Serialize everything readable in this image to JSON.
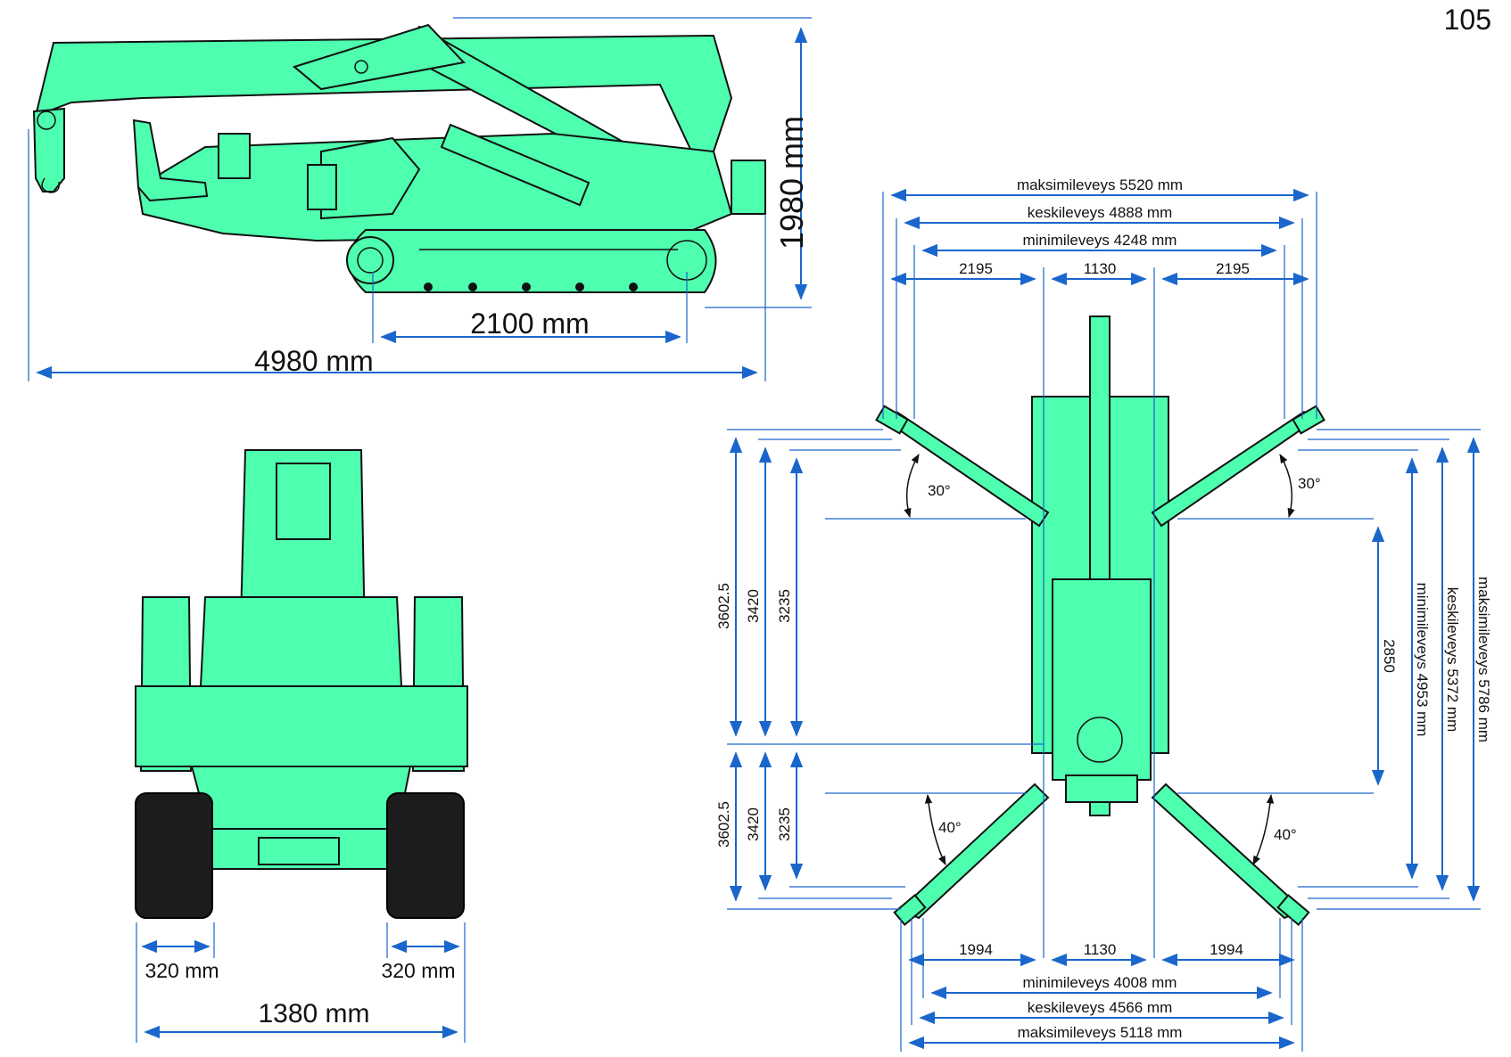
{
  "page_number": "105",
  "side_view": {
    "height_label": "1980 mm",
    "length_label": "4980 mm",
    "wheelbase_label": "2100 mm"
  },
  "front_view": {
    "track_width_left": "320 mm",
    "track_width_right": "320 mm",
    "overall_width": "1380 mm"
  },
  "top_view": {
    "front": {
      "max_width": "maksimileveys 5520 mm",
      "mid_width": "keskileveys 4888 mm",
      "min_width": "minimileveys 4248 mm",
      "seg_left": "2195",
      "seg_center": "1130",
      "seg_right": "2195",
      "angle_left": "30°",
      "angle_right": "30°"
    },
    "rear": {
      "seg_left": "1994",
      "seg_center": "1130",
      "seg_right": "1994",
      "min_width": "minimileveys 4008 mm",
      "mid_width": "keskileveys 4566 mm",
      "max_width": "maksimileveys 5118 mm",
      "angle_left": "40°",
      "angle_right": "40°"
    },
    "left_heights_upper": [
      "3602.5",
      "3420",
      "3235"
    ],
    "left_heights_lower": [
      "3602.5",
      "3420",
      "3235"
    ],
    "right_inner": "2850",
    "right_min": "minimileveys 4953 mm",
    "right_mid": "keskileveys 5372 mm",
    "right_max": "maksimileveys 5786 mm"
  },
  "colors": {
    "body": "#4dffae",
    "dimension": "#1a66cc",
    "outline": "#111111"
  }
}
